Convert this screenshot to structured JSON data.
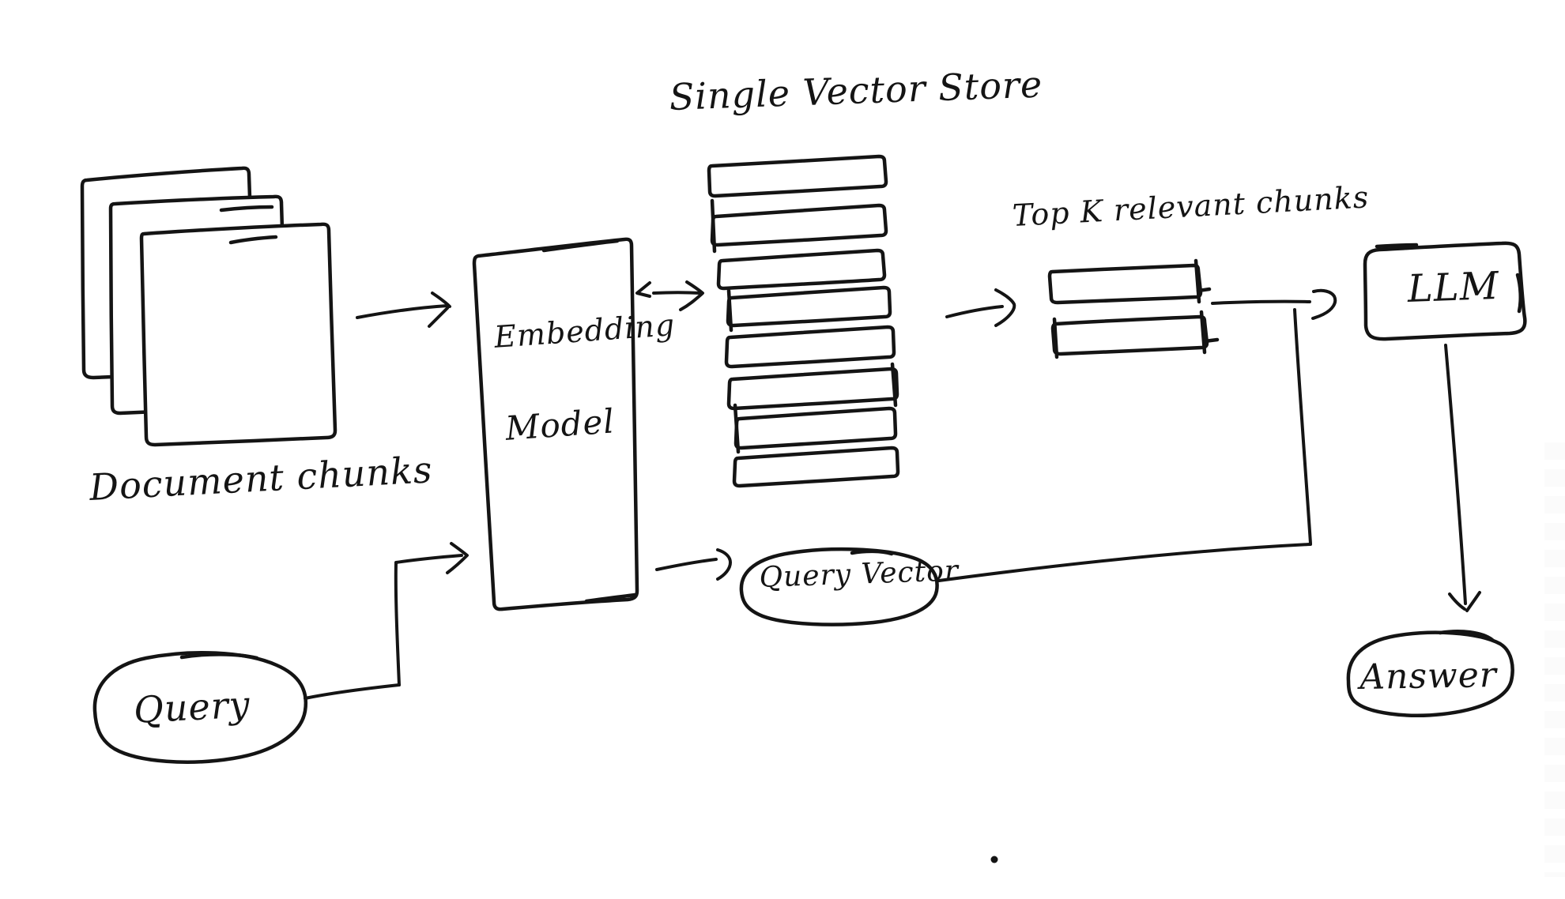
{
  "diagram": {
    "type": "hand-drawn-flowchart",
    "ink_color": "#141414",
    "background_color": "#ffffff",
    "nodes": {
      "document_chunks": {
        "label": "Document chunks",
        "shape": "stacked-pages",
        "page_count": 3
      },
      "embedding_model": {
        "label_line1": "Embedding",
        "label_line2": "Model",
        "shape": "rectangle"
      },
      "vector_store": {
        "label": "Single Vector Store",
        "shape": "bar-stack",
        "bar_count": 8
      },
      "top_k_chunks": {
        "label": "Top K relevant chunks",
        "shape": "bar-stack",
        "bar_count": 2
      },
      "llm": {
        "label": "LLM",
        "shape": "rounded-rectangle"
      },
      "query": {
        "label": "Query",
        "shape": "ellipse"
      },
      "query_vector": {
        "label": "Query Vector",
        "shape": "ellipse"
      },
      "answer": {
        "label": "Answer",
        "shape": "ellipse"
      }
    },
    "edges": [
      {
        "from": "document_chunks",
        "to": "embedding_model"
      },
      {
        "from": "embedding_model",
        "to": "vector_store"
      },
      {
        "from": "vector_store",
        "to": "top_k_chunks"
      },
      {
        "from": "top_k_chunks",
        "to": "llm"
      },
      {
        "from": "query",
        "to": "embedding_model"
      },
      {
        "from": "embedding_model",
        "to": "query_vector"
      },
      {
        "from": "query_vector",
        "to": "llm"
      },
      {
        "from": "llm",
        "to": "answer"
      }
    ]
  }
}
